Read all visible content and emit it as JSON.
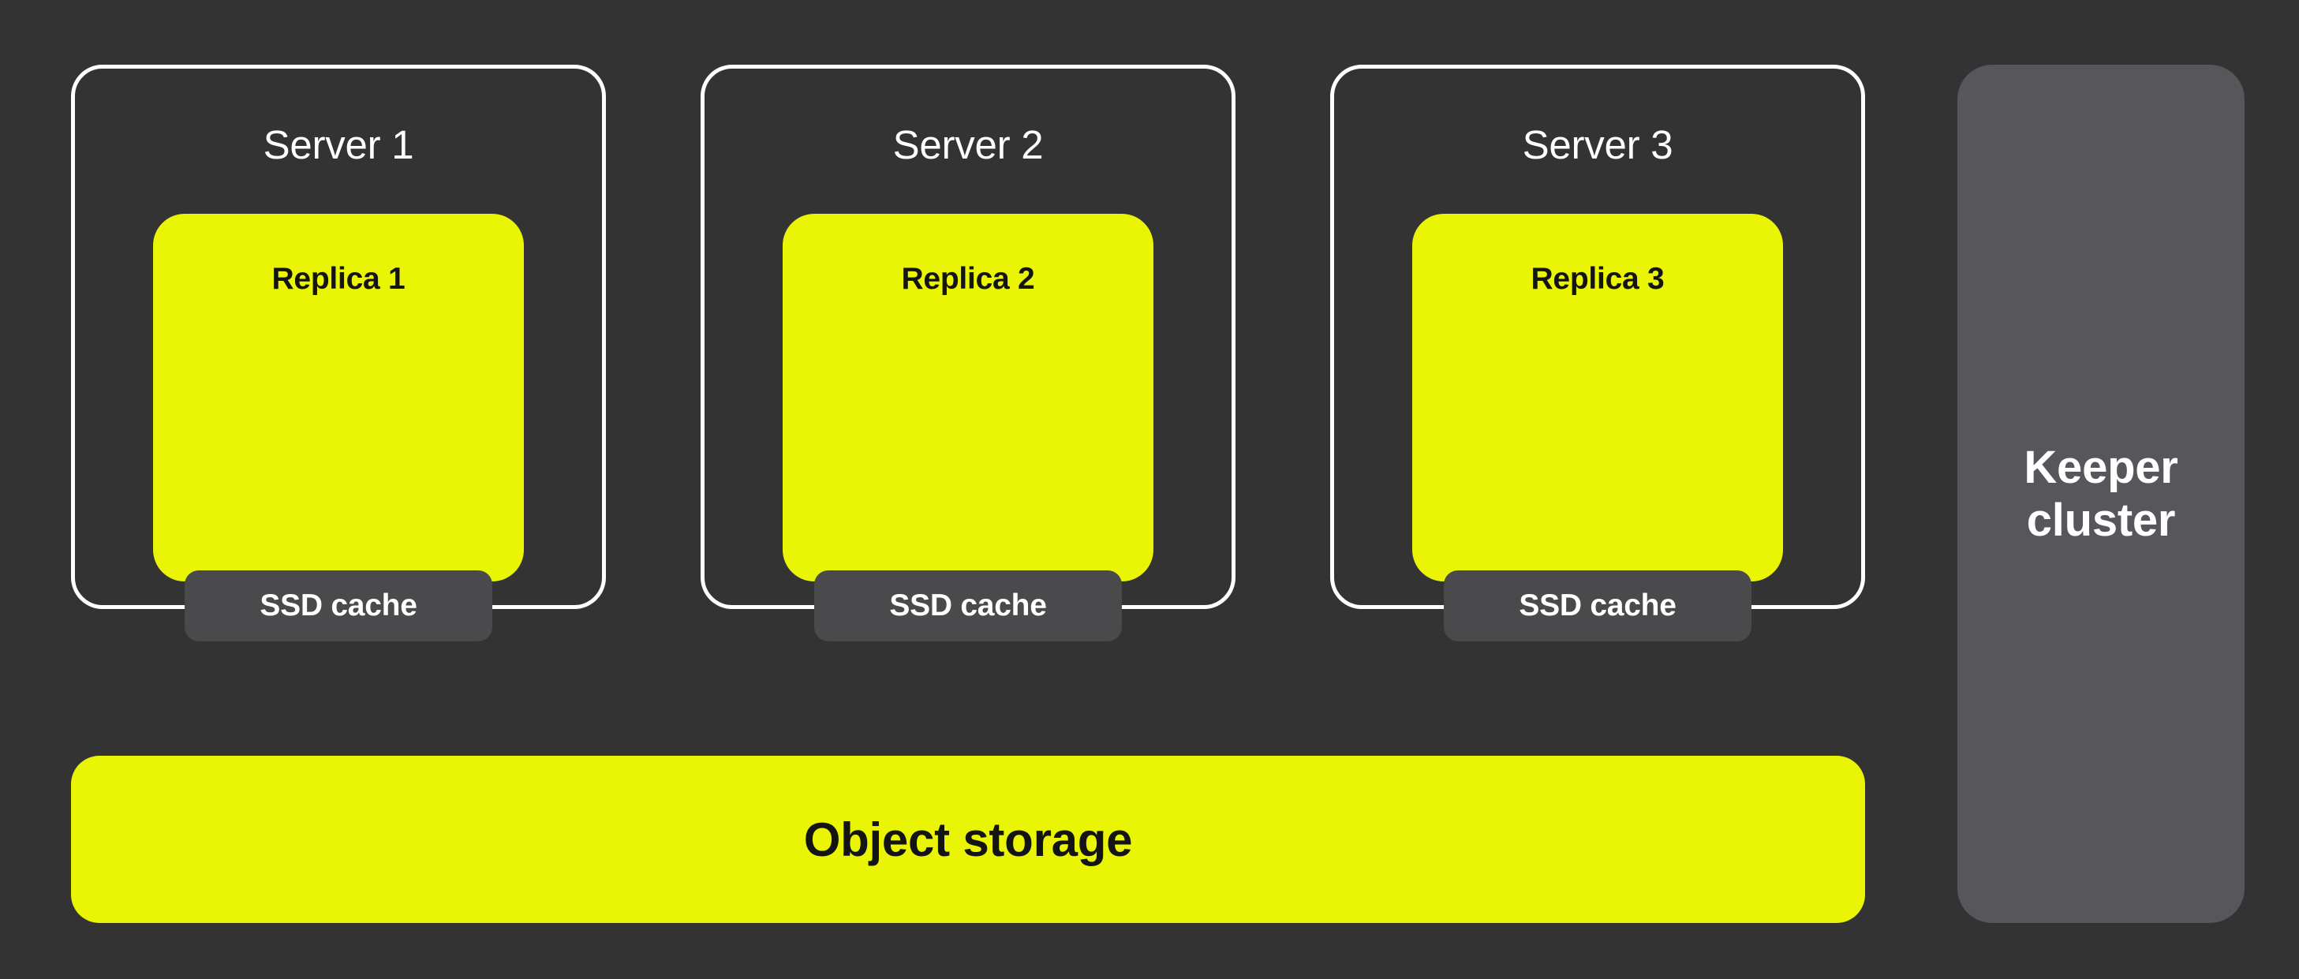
{
  "diagram": {
    "servers": [
      {
        "title": "Server 1",
        "replica_label": "Replica 1",
        "cache_label": "SSD cache"
      },
      {
        "title": "Server 2",
        "replica_label": "Replica 2",
        "cache_label": "SSD cache"
      },
      {
        "title": "Server 3",
        "replica_label": "Replica 3",
        "cache_label": "SSD cache"
      }
    ],
    "object_storage_label": "Object storage",
    "keeper_cluster_label": "Keeper cluster"
  },
  "colors": {
    "background": "#333333",
    "accent-yellow": "#EAF505",
    "border-white": "#FFFFFF",
    "cache-badge-gray": "#4A4A4D",
    "keeper-gray": "#56565B",
    "text-dark": "#141414",
    "text-light": "#FFFFFF"
  }
}
